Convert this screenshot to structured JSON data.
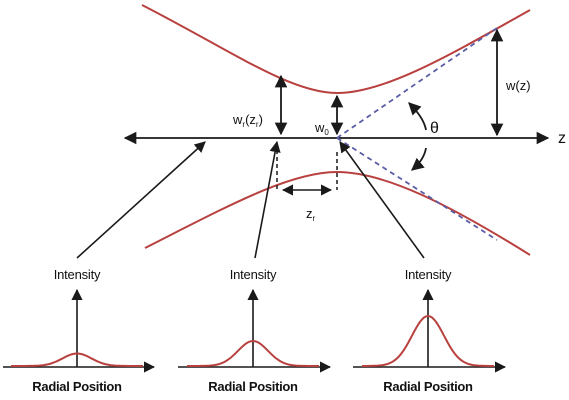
{
  "axis": {
    "z_label": "z"
  },
  "labels": {
    "w_z": "w(z)",
    "w_r_main": "w",
    "w_r_sub": "r",
    "w_r_paren_open": "(z",
    "w_r_paren_sub": "r",
    "w_r_paren_close": ")",
    "w0_main": "w",
    "w0_sub": "0",
    "theta": "θ",
    "zr_main": "z",
    "zr_sub": "r"
  },
  "profiles": [
    {
      "intensity_label": "Intensity",
      "radial_label": "Radial Position",
      "relative_peak": 0.25
    },
    {
      "intensity_label": "Intensity",
      "radial_label": "Radial Position",
      "relative_peak": 0.5
    },
    {
      "intensity_label": "Intensity",
      "radial_label": "Radial Position",
      "relative_peak": 1.0
    }
  ],
  "colors": {
    "beam": "#b8413f",
    "axis": "#1a1a1a",
    "dashed": "#5b5ea6",
    "text": "#111111"
  }
}
